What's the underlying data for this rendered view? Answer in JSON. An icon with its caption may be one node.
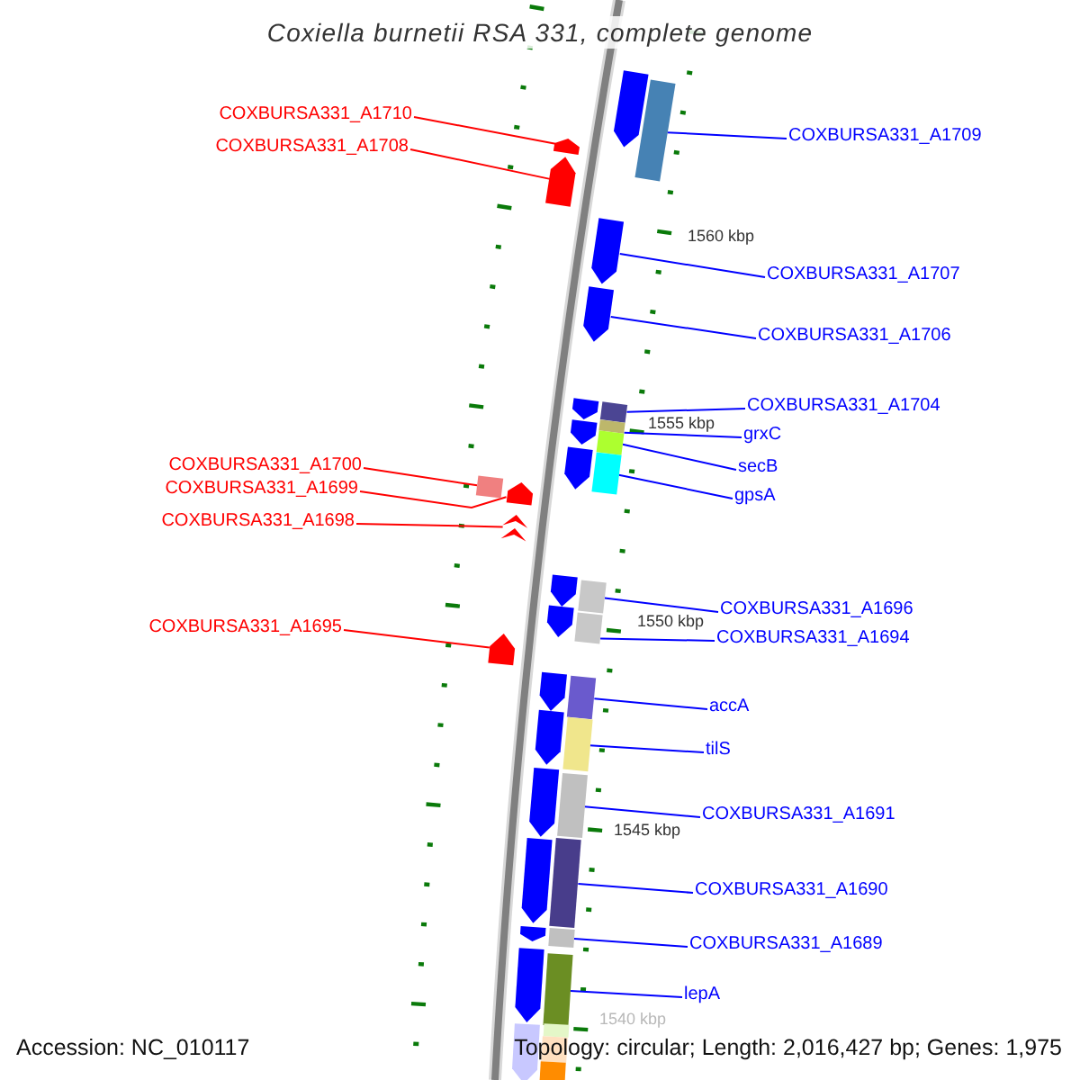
{
  "diagram": {
    "title": "Coxiella burnetii RSA 331, complete genome",
    "nodes": [
      {
        "text": [
          "COXBURSA331_A1710"
        ]
      },
      {
        "text": [
          "COXBURSA331_A1709"
        ]
      },
      {
        "text": [
          "COXBURSA331_A1708"
        ]
      },
      {
        "text": [
          "COXBURSA331_A1707"
        ]
      },
      {
        "text": [
          "COXBURSA331_A1706"
        ]
      },
      {
        "text": [
          "COXBURSA331_A1704"
        ]
      },
      {
        "text": [
          "grxC"
        ]
      },
      {
        "text": [
          "COXBURSA331_A1700"
        ]
      },
      {
        "text": [
          "secB"
        ]
      },
      {
        "text": [
          "COXBURSA331_A1699"
        ]
      },
      {
        "text": [
          "gpsA"
        ]
      },
      {
        "text": [
          "COXBURSA331_A1698"
        ]
      },
      {
        "text": [
          "COXBURSA331_A1696"
        ]
      },
      {
        "text": [
          "COXBURSA331_A1695"
        ]
      },
      {
        "text": [
          "COXBURSA331_A1694"
        ]
      },
      {
        "text": [
          "accA"
        ]
      },
      {
        "text": [
          "tilS"
        ]
      },
      {
        "text": [
          "COXBURSA331_A1691"
        ]
      },
      {
        "text": [
          "COXBURSA331_A1690"
        ]
      },
      {
        "text": [
          "COXBURSA331_A1689"
        ]
      },
      {
        "text": [
          "lepA"
        ]
      },
      {
        "text": [],
        "shape": "arrow"
      },
      {
        "text": [],
        "shape": "bar"
      },
      {
        "text": [],
        "shape": "arrow"
      },
      {
        "text": [],
        "shape": "arrow"
      },
      {
        "text": [],
        "shape": "arrow"
      },
      {
        "text": [],
        "shape": "bar"
      },
      {
        "text": [],
        "shape": "bar"
      },
      {
        "text": [],
        "shape": "bar"
      },
      {
        "text": [],
        "shape": "bar"
      },
      {
        "text": [],
        "shape": "arrow"
      },
      {
        "text": [],
        "shape": "bar"
      },
      {
        "text": [],
        "shape": "arrow"
      },
      {
        "text": [],
        "shape": "bar"
      },
      {
        "text": [],
        "shape": "arrow"
      },
      {
        "text": [],
        "shape": "bar"
      },
      {
        "text": [],
        "shape": "bar"
      },
      {
        "text": [],
        "shape": "bar"
      },
      {
        "text": [],
        "shape": "bar"
      },
      {
        "text": [],
        "shape": "bar"
      },
      {
        "text": [],
        "shape": "bar"
      },
      {
        "text": [],
        "shape": "bar"
      },
      {
        "text": [],
        "shape": "arrow"
      },
      {
        "text": [],
        "shape": "arrow"
      },
      {
        "text": [],
        "shape": "arrow"
      },
      {
        "text": [],
        "shape": "arrow"
      },
      {
        "text": [],
        "shape": "arrow"
      },
      {
        "text": [],
        "shape": "arrow"
      },
      {
        "text": [],
        "shape": "arrow"
      },
      {
        "text": [],
        "shape": "arrow"
      },
      {
        "text": [],
        "shape": "arrow"
      },
      {
        "text": [],
        "shape": "arrow"
      },
      {
        "text": [],
        "shape": "arrow"
      },
      {
        "text": [],
        "shape": "arrow"
      },
      {
        "text": [],
        "shape": "arrow"
      },
      {
        "text": [],
        "shape": "bar"
      },
      {
        "text": [],
        "shape": "bar"
      },
      {
        "text": [],
        "shape": "bar"
      }
    ],
    "edges": [
      {
        "from": 0,
        "to": 21,
        "arrow": "none",
        "color": "#ff0000"
      },
      {
        "from": 1,
        "to": 22,
        "arrow": "none"
      },
      {
        "from": 2,
        "to": 23,
        "arrow": "none",
        "color": "#ff0000"
      },
      {
        "from": 3,
        "to": 24,
        "arrow": "none"
      },
      {
        "from": 4,
        "to": 25,
        "arrow": "none"
      },
      {
        "from": 5,
        "to": 26,
        "arrow": "none"
      },
      {
        "from": 6,
        "to": 27,
        "arrow": "none"
      },
      {
        "from": 7,
        "to": 28,
        "arrow": "none",
        "color": "#ff0000"
      },
      {
        "from": 8,
        "to": 29,
        "arrow": "none"
      },
      {
        "from": 9,
        "to": 30,
        "arrow": "none",
        "color": "#ff0000"
      },
      {
        "from": 10,
        "to": 31,
        "arrow": "none"
      },
      {
        "from": 11,
        "to": 32,
        "arrow": "none",
        "color": "#ff0000"
      },
      {
        "from": 12,
        "to": 33,
        "arrow": "none"
      },
      {
        "from": 13,
        "to": 34,
        "arrow": "none",
        "color": "#ff0000"
      },
      {
        "from": 14,
        "to": 35,
        "arrow": "none"
      },
      {
        "from": 15,
        "to": 36,
        "arrow": "none"
      },
      {
        "from": 16,
        "to": 37,
        "arrow": "none"
      },
      {
        "from": 17,
        "to": 38,
        "arrow": "none"
      },
      {
        "from": 18,
        "to": 39,
        "arrow": "none"
      },
      {
        "from": 19,
        "to": 40,
        "arrow": "none"
      },
      {
        "from": 20,
        "to": 41,
        "arrow": "none"
      }
    ],
    "labels": [
      "1560 kbp",
      "1555 kbp",
      "1550 kbp",
      "1545 kbp",
      "1540 kbp",
      "Accession: NC_010117",
      "Topology: circular; Length: 2,016,427 bp; Genes: 1,975"
    ]
  }
}
